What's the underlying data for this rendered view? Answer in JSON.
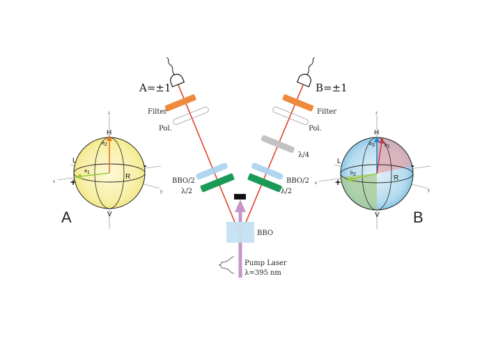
{
  "detectors": {
    "a": "A=±1",
    "b": "B=±1"
  },
  "optics": {
    "filter_a": "Filter",
    "filter_b": "Filter",
    "pol_a": "Pol.",
    "pol_b": "Pol.",
    "qwp_b": "λ/4",
    "bbo2_a": "BBO/2",
    "bbo2_b": "BBO/2",
    "hwp_a": "λ/2",
    "hwp_b": "λ/2",
    "bbo": "BBO"
  },
  "pump": {
    "line1": "Pump Laser",
    "line2": "λ=395 nm"
  },
  "sphere_a": {
    "label": "A",
    "h": "H",
    "v": "V",
    "l": "L",
    "r": "R",
    "plus": "+",
    "minus": "-",
    "x": "x",
    "y": "y",
    "z": "z",
    "vec1": "a",
    "vec1_sub": "1",
    "vec2": "a",
    "vec2_sub": "2"
  },
  "sphere_b": {
    "label": "B",
    "h": "H",
    "v": "V",
    "l": "L",
    "r": "R",
    "plus": "+",
    "minus": "-",
    "x": "x",
    "y": "y",
    "z": "z",
    "vec1": "b",
    "vec1_sub": "1",
    "vec2": "b",
    "vec2_sub": "2",
    "vec3": "b",
    "vec3_sub": "3"
  },
  "colors": {
    "beam": "#e0412c",
    "pump": "#c794c6",
    "filter": "#ef8a3c",
    "hwp": "#1a9b55",
    "bbo2": "#a9d3ee",
    "qwp": "#c2c2c2",
    "sphere_a": "#fbf3b4",
    "sphere_b": "#bfe0f0",
    "vec_orange": "#e5731f",
    "vec_green": "#9ac93b",
    "vec_blue": "#1e88c8"
  }
}
